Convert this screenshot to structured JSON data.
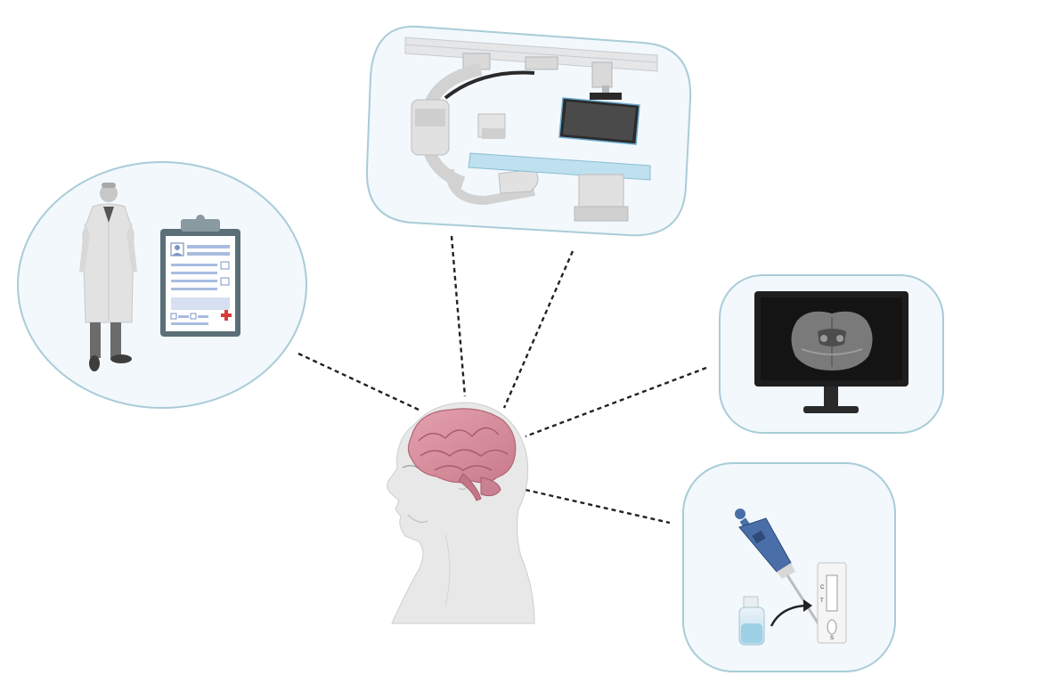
{
  "colors": {
    "bubble_fill": "#f2f8fc",
    "bubble_stroke": "#a9ccd8",
    "brain": "#d98e9c",
    "skin": "#e8e8e8",
    "device_blue": "#4a6fa8",
    "monitor": "#1e1e1e",
    "clipboard": "#5a6f78"
  },
  "icons": {
    "clinician": "doctor-with-clipboard-icon",
    "angio": "angiography-suite-icon",
    "imaging": "brain-mri-monitor-icon",
    "lab": "pipette-lateral-flow-test-icon",
    "patient": "human-head-brain-icon"
  },
  "test_strip": {
    "control_label": "C",
    "test_label": "T",
    "sample_label": "S"
  }
}
